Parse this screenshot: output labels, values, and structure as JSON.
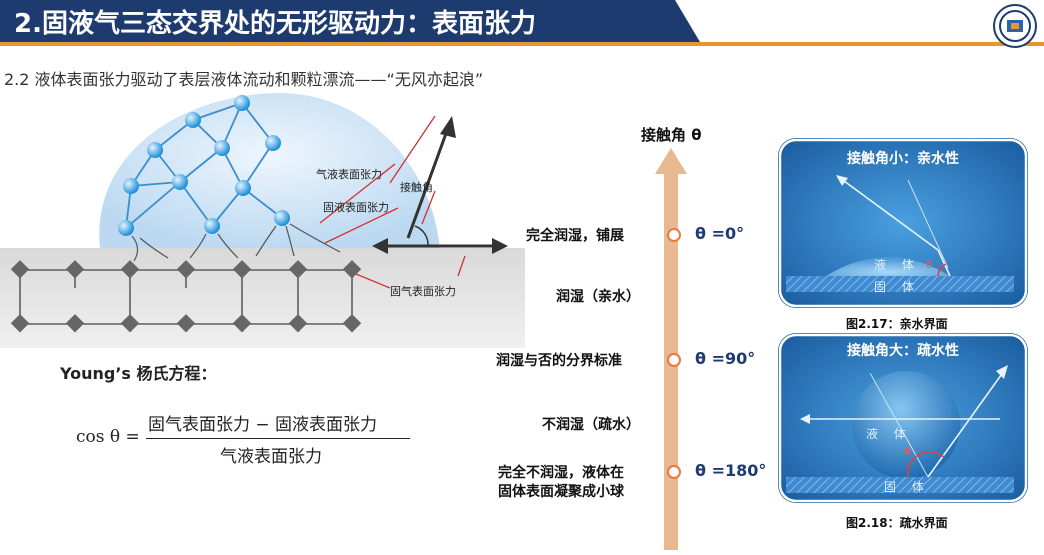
{
  "header": {
    "title": "2.固液气三态交界处的无形驱动力：表面张力",
    "subtitle": "2.2 液体表面张力驱动了表层液体流动和颗粒漂流——“无风亦起浪”"
  },
  "diagram": {
    "labels": {
      "gas_liquid": "气液表面张力",
      "contact_angle": "接触角",
      "solid_liquid": "固液表面张力",
      "solid_gas": "固气表面张力"
    }
  },
  "equation": {
    "label": "Young’s 杨氏方程：",
    "lhs": "cos θ =",
    "numerator": "固气表面张力 − 固液表面张力",
    "denominator": "气液表面张力"
  },
  "scale": {
    "axis_title": "接触角 θ",
    "levels": [
      {
        "desc": "完全润湿，铺展",
        "value": "θ =0°"
      },
      {
        "desc": "润湿（亲水）",
        "value": ""
      },
      {
        "desc": "润湿与否的分界标准",
        "value": "θ =90°"
      },
      {
        "desc": "不润湿（疏水）",
        "value": ""
      },
      {
        "desc_line1": "完全不润湿，液体在",
        "desc_line2": "固体表面凝聚成小球",
        "value": "θ =180°"
      }
    ]
  },
  "figures": [
    {
      "title": "接触角小：亲水性",
      "liquid": "液 体",
      "solid": "固 体",
      "angle": "θ",
      "caption": "图2.17：亲水界面"
    },
    {
      "title": "接触角大：疏水性",
      "liquid": "液 体",
      "solid": "固 体",
      "angle": "θ",
      "caption": "图2.18：疏水界面"
    }
  ],
  "colors": {
    "title_bg": "#1e3b70",
    "title_accent": "#e8952f",
    "arrow": "#e8b890",
    "panel_bg": "#1f6eb5",
    "value_text": "#1f3a73"
  }
}
